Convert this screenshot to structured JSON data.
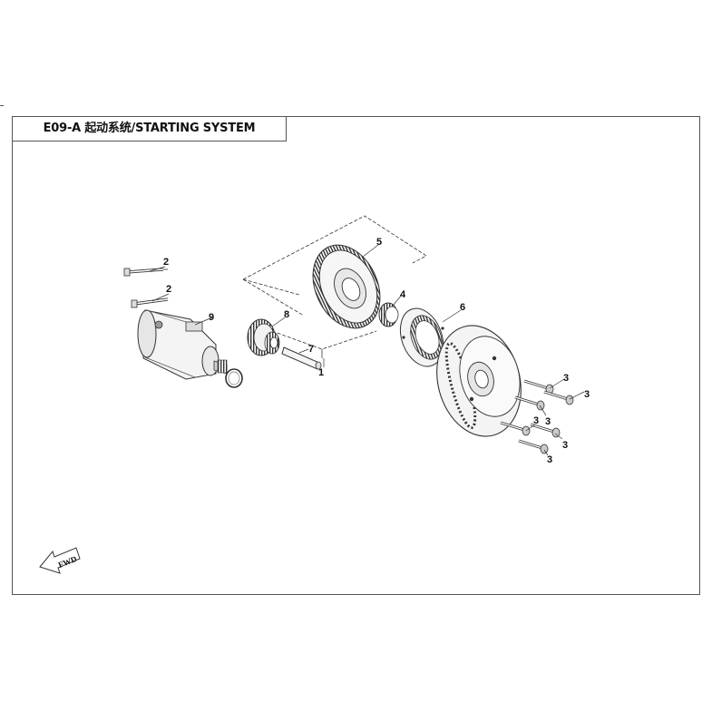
{
  "title": "E09-A 起动系统/STARTING SYSTEM",
  "callouts": {
    "c1": "1",
    "c2a": "2",
    "c2b": "2",
    "c3a": "3",
    "c3b": "3",
    "c3c": "3",
    "c3d": "3",
    "c3e": "3",
    "c3f": "3",
    "c4": "4",
    "c5": "5",
    "c6": "6",
    "c7": "7",
    "c8": "8",
    "c9": "9"
  },
  "fwd_label": "FWD"
}
